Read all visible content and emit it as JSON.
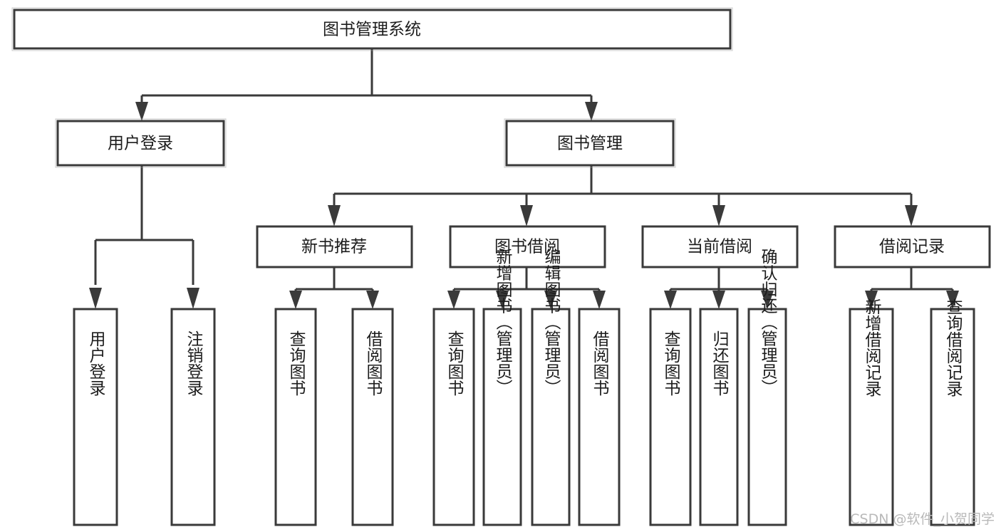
{
  "diagram": {
    "type": "tree-hierarchy-chart",
    "title_text": "图书管理系统",
    "levels": 4,
    "nodes": {
      "root": {
        "label": "图书管理系统",
        "level": 0
      },
      "user_login": {
        "label": "用户登录",
        "level": 1
      },
      "book_manage": {
        "label": "图书管理",
        "level": 1
      },
      "new_book_rec": {
        "label": "新书推荐",
        "level": 2
      },
      "book_borrow": {
        "label": "图书借阅",
        "level": 2
      },
      "current_borrow": {
        "label": "当前借阅",
        "level": 2
      },
      "borrow_record": {
        "label": "借阅记录",
        "level": 2
      }
    },
    "leaves": {
      "user_login_children": [
        {
          "label": "用户登录"
        },
        {
          "label": "注销登录"
        }
      ],
      "new_book_rec_children": [
        {
          "label": "查询图书"
        },
        {
          "label": "借阅图书"
        }
      ],
      "book_borrow_children": [
        {
          "label": "查询图书"
        },
        {
          "label": "新增图书（管理员）"
        },
        {
          "label": "编辑图书（管理员）"
        },
        {
          "label": "借阅图书"
        }
      ],
      "current_borrow_children": [
        {
          "label": "查询图书"
        },
        {
          "label": "归还图书"
        },
        {
          "label": "确认归还（管理员）"
        }
      ],
      "borrow_record_children": [
        {
          "label": "新增借阅记录"
        },
        {
          "label": "查询借阅记录"
        }
      ]
    }
  },
  "watermark": {
    "text": "CSDN @软件_小贺同学"
  },
  "colors": {
    "stroke": "#3a3a3a",
    "fill": "#ffffff",
    "text": "#1c1c1c",
    "watermark": "#b9b9b9",
    "background": "#ffffff"
  }
}
